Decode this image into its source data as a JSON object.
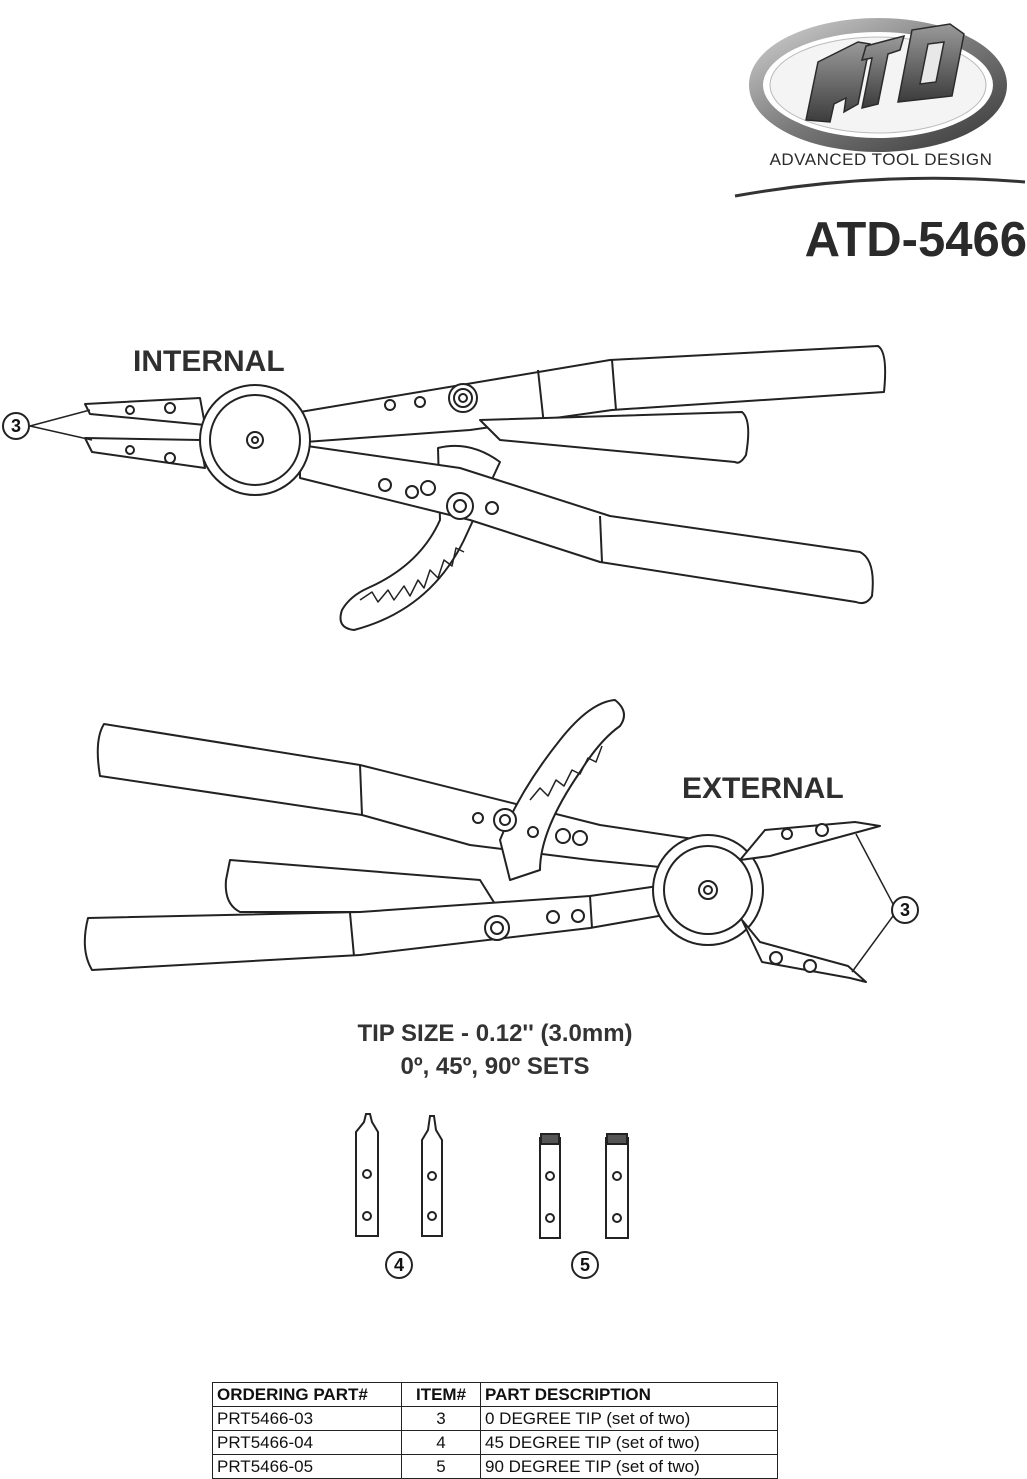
{
  "brand": {
    "tagline": "ADVANCED TOOL DESIGN",
    "logo_letters": "atd"
  },
  "model": "ATD-5466",
  "labels": {
    "internal": "INTERNAL",
    "external": "EXTERNAL"
  },
  "callouts": {
    "tips": "3",
    "straight_tips": "4",
    "angled_tips": "5"
  },
  "tip_info": {
    "size": "TIP SIZE - 0.12'' (3.0mm)",
    "sets": "0º, 45º, 90º SETS"
  },
  "parts_table": {
    "headers": [
      "ORDERING PART#",
      "ITEM#",
      "PART DESCRIPTION"
    ],
    "rows": [
      [
        "PRT5466-03",
        "3",
        "0 DEGREE TIP (set of two)"
      ],
      [
        "PRT5466-04",
        "4",
        "45 DEGREE TIP (set of two)"
      ],
      [
        "PRT5466-05",
        "5",
        "90 DEGREE TIP (set of two)"
      ]
    ]
  }
}
